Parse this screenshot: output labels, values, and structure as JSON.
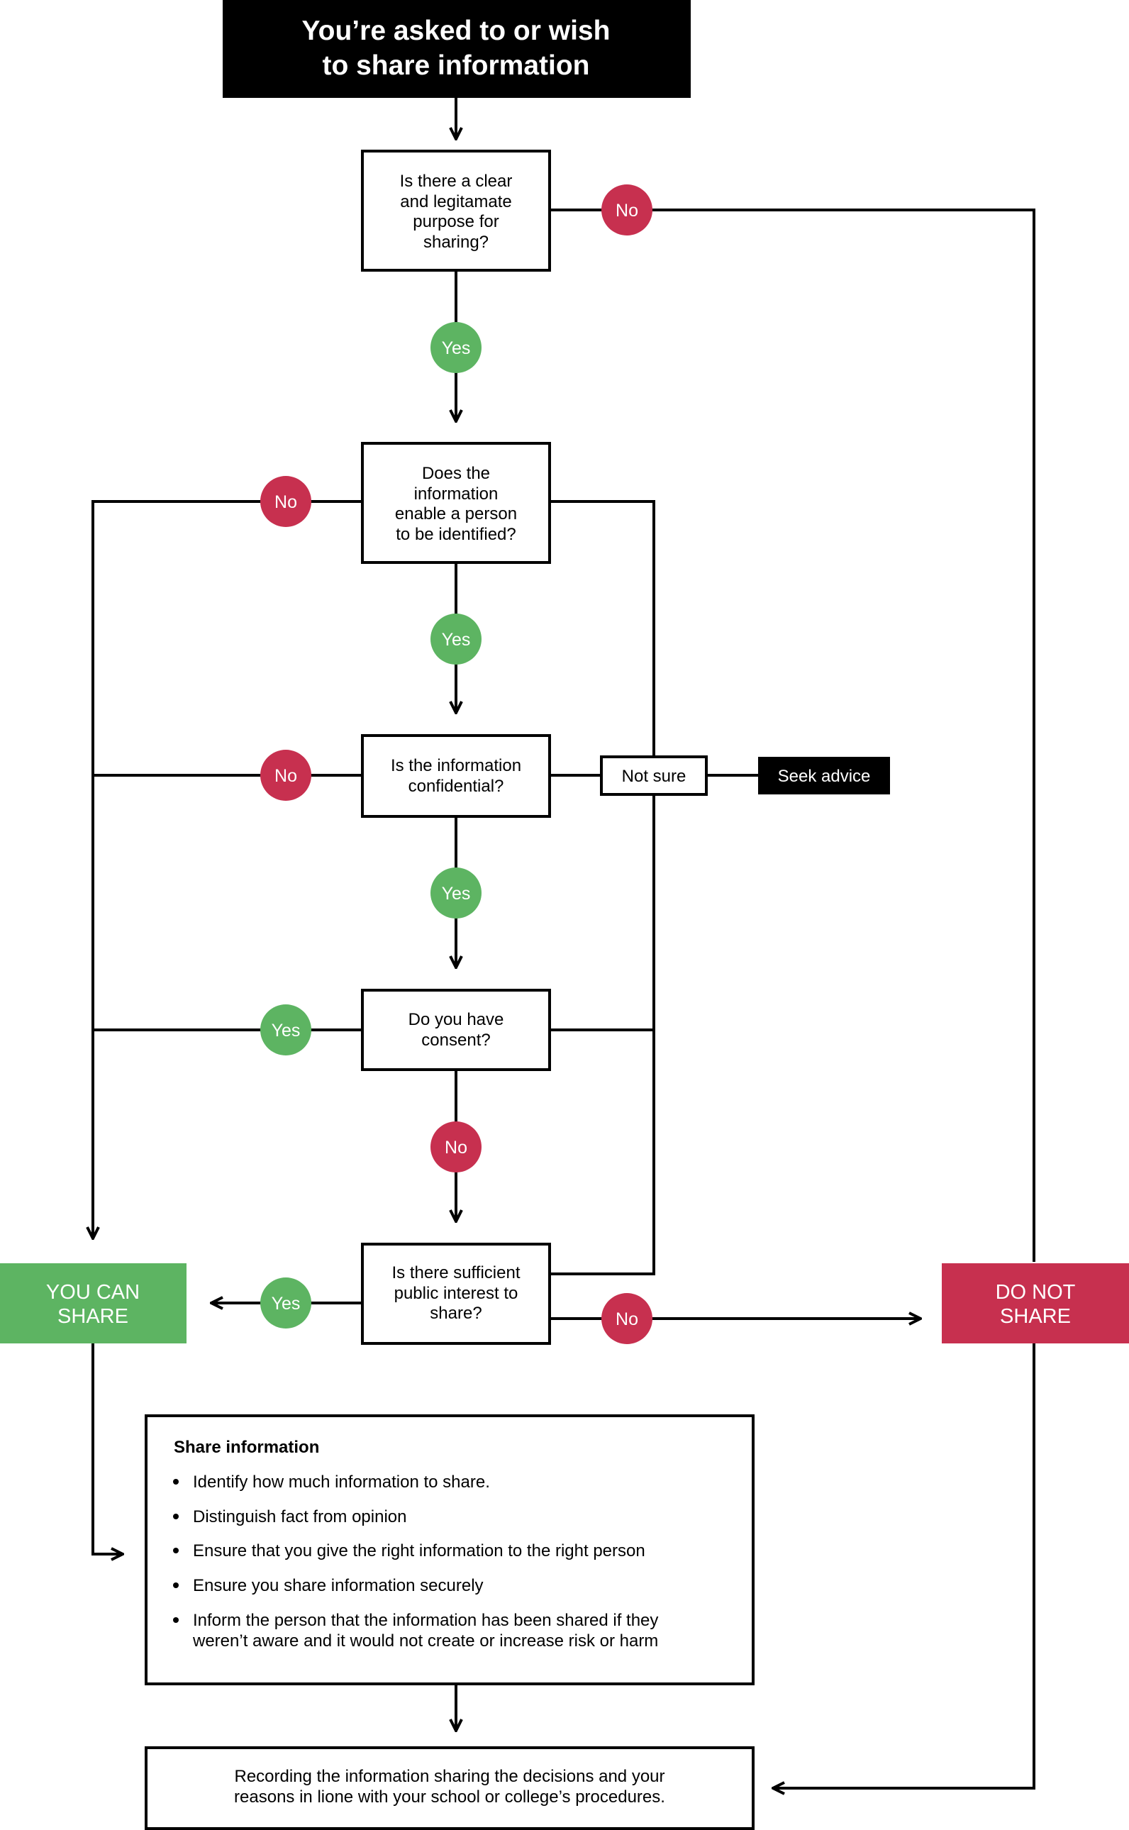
{
  "colors": {
    "yes": "#5db462",
    "no": "#c7304f",
    "black": "#000000",
    "white": "#ffffff"
  },
  "start": [
    "You’re asked to or wish",
    "to share information"
  ],
  "q1": [
    "Is there a clear",
    "and legitamate",
    "purpose for",
    "sharing?"
  ],
  "q2": [
    "Does the",
    "information",
    "enable a person",
    "to be identified?"
  ],
  "q3": [
    "Is the information",
    "confidential?"
  ],
  "q4": [
    "Do you have",
    "consent?"
  ],
  "q5": [
    "Is there sufficient",
    "public interest to",
    "share?"
  ],
  "not_sure": "Not sure",
  "seek_advice": "Seek advice",
  "you_can_share": [
    "YOU CAN",
    "SHARE"
  ],
  "do_not_share": [
    "DO NOT",
    "SHARE"
  ],
  "yes": "Yes",
  "no": "No",
  "share_box": {
    "title": "Share information",
    "bullets": [
      [
        "Identify how much information to share."
      ],
      [
        "Distinguish fact from opinion"
      ],
      [
        "Ensure that you give the right information to the right person"
      ],
      [
        "Ensure you share information securely"
      ],
      [
        "Inform the person that the information has been shared if they",
        "weren’t aware and it would not create or increase risk or harm"
      ]
    ]
  },
  "record": [
    "Recording the information sharing the decisions and your",
    "reasons in lione with your school or college’s procedures."
  ]
}
